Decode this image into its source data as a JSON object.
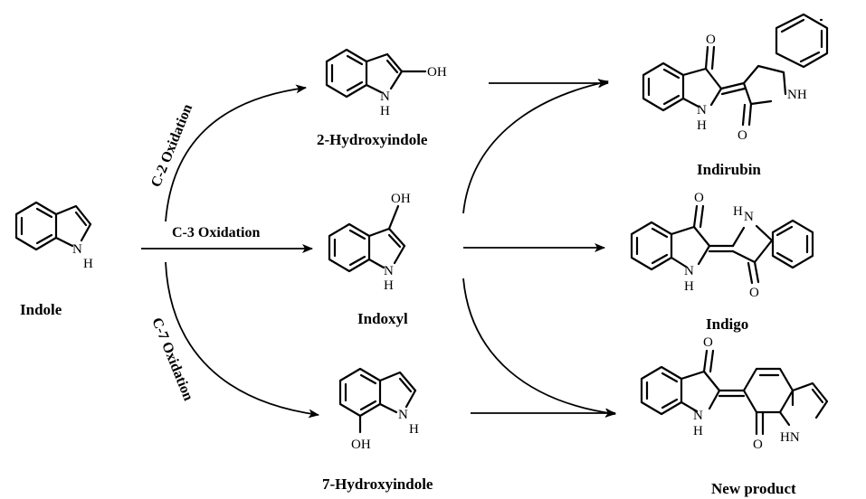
{
  "compounds": {
    "indole": "Indole",
    "hydroxyindole2": "2-Hydroxyindole",
    "indoxyl": "Indoxyl",
    "hydroxyindole7": "7-Hydroxyindole",
    "indirubin": "Indirubin",
    "indigo": "Indigo",
    "new_product": "New product"
  },
  "steps": {
    "c2": "C-2 Oxidation",
    "c3": "C-3 Oxidation",
    "c7": "C-7 Oxidation"
  },
  "atoms": {
    "oh": "OH",
    "nh": "N",
    "h": "H",
    "hn": "H",
    "o": "O",
    "n_h": "N",
    "nh_inline": "NH",
    "hn_inline": "HN",
    "h_inline": "H"
  }
}
